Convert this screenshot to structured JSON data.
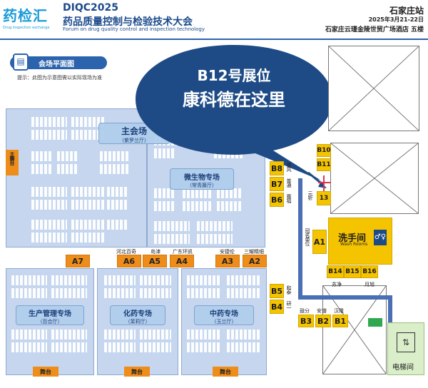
{
  "header": {
    "logo_main": "药检汇",
    "logo_sub": "Drug inspection exchange",
    "event_code": "DIQC2025",
    "event_name_cn": "药品质量控制与检验技术大会",
    "event_name_en": "Forum on drug quality control and inspection technology",
    "city": "石家庄站",
    "date": "2025年3月21-22日",
    "venue": "石家庄云瑾金陵世贸广场酒店 五楼"
  },
  "plan": {
    "title": "会场平面图",
    "hint": "提示：此图为示意图需以实际现场为准"
  },
  "callout": {
    "line1": "B12号展位",
    "line2": "康科德在这里",
    "color": "#1e4b86"
  },
  "halls": [
    {
      "name": "主会场",
      "sub": "（紫罗兰厅）"
    },
    {
      "name": "微生物专场",
      "sub": "（常青藤厅）"
    },
    {
      "name": "生产管理专场",
      "sub": "（百合厅）"
    },
    {
      "name": "化药专场",
      "sub": "（茉莉厅）"
    },
    {
      "name": "中药专场",
      "sub": "（玉兰厅）"
    }
  ],
  "stage_label": "舞台",
  "stage_side": "主舞台",
  "booths": {
    "A1": "A1",
    "A2": "A2",
    "A3": "A3",
    "A4": "A4",
    "A5": "A5",
    "A6": "A6",
    "A7": "A7",
    "B1": "B1",
    "B2": "B2",
    "B3": "B3",
    "B4": "B4",
    "B5": "B5",
    "B6": "B6",
    "B7": "B7",
    "B8": "B8",
    "B10": "B10",
    "B11": "B11",
    "B13": "13",
    "B14": "B14",
    "B15": "B15",
    "B16": "B16"
  },
  "exhibitors": {
    "A6": "河北百奇",
    "A5": "岛津",
    "A4": "广东环凯",
    "A3": "安捷伦",
    "A2": "三耀精细",
    "B1": "汉隆",
    "B2": "安谱",
    "B3": "鼓分",
    "B4": "研一",
    "B5": "和泰",
    "B6": "赛福",
    "B7": "普通",
    "B8": "雪风",
    "B13": "元析",
    "A1": "冠名单位",
    "B14": "苏净",
    "B16": "月旭"
  },
  "washroom": {
    "cn": "洗手间",
    "en": "Wash Rooms"
  },
  "elevator": "电梯间",
  "colors": {
    "booth_yellow": "#f5c400",
    "booth_orange": "#ef8d1a",
    "hall_blue": "#c5d6ee",
    "route": "#4a6fb4"
  }
}
